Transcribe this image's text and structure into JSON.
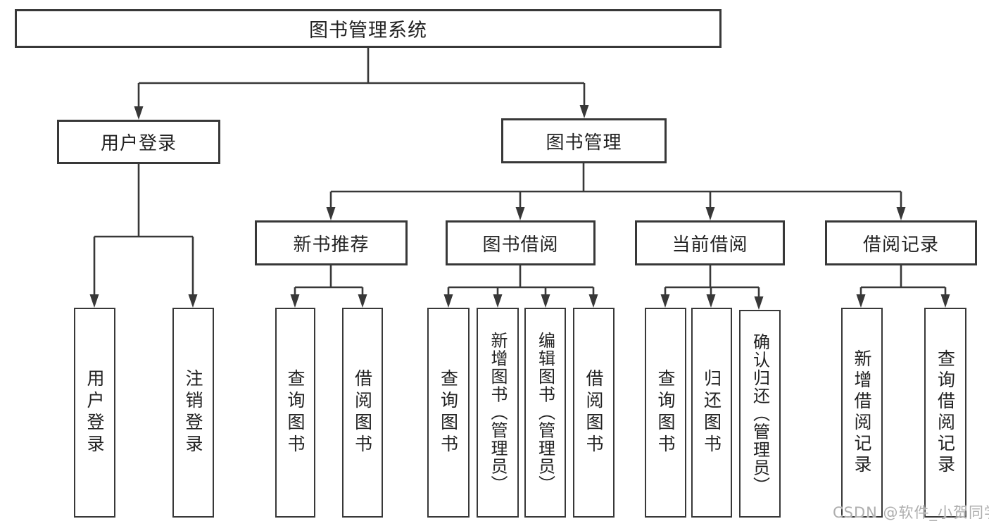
{
  "colors": {
    "line": "#383838",
    "text": "#222222",
    "watermark": "#aeaeae",
    "background": "#ffffff"
  },
  "watermark": {
    "text": "CSDN @软件_小贺同学"
  },
  "diagram": {
    "type": "hierarchy-tree",
    "root": {
      "label": "图书管理系统"
    },
    "level2": [
      {
        "label": "用户登录",
        "parent": "图书管理系统"
      },
      {
        "label": "图书管理",
        "parent": "图书管理系统"
      }
    ],
    "level3": [
      {
        "label": "新书推荐",
        "parent": "图书管理"
      },
      {
        "label": "图书借阅",
        "parent": "图书管理"
      },
      {
        "label": "当前借阅",
        "parent": "图书管理"
      },
      {
        "label": "借阅记录",
        "parent": "图书管理"
      }
    ],
    "leaves": [
      {
        "label": "用户登录",
        "parent": "用户登录"
      },
      {
        "label": "注销登录",
        "parent": "用户登录"
      },
      {
        "label": "查询图书",
        "parent": "新书推荐"
      },
      {
        "label": "借阅图书",
        "parent": "新书推荐"
      },
      {
        "label": "查询图书",
        "parent": "图书借阅"
      },
      {
        "label": "新增图书（管理员）",
        "parent": "图书借阅"
      },
      {
        "label": "编辑图书（管理员）",
        "parent": "图书借阅"
      },
      {
        "label": "借阅图书",
        "parent": "图书借阅"
      },
      {
        "label": "查询图书",
        "parent": "当前借阅"
      },
      {
        "label": "归还图书",
        "parent": "当前借阅"
      },
      {
        "label": "确认归还（管理员）",
        "parent": "当前借阅"
      },
      {
        "label": "新增借阅记录",
        "parent": "借阅记录"
      },
      {
        "label": "查询借阅记录",
        "parent": "借阅记录"
      }
    ]
  }
}
